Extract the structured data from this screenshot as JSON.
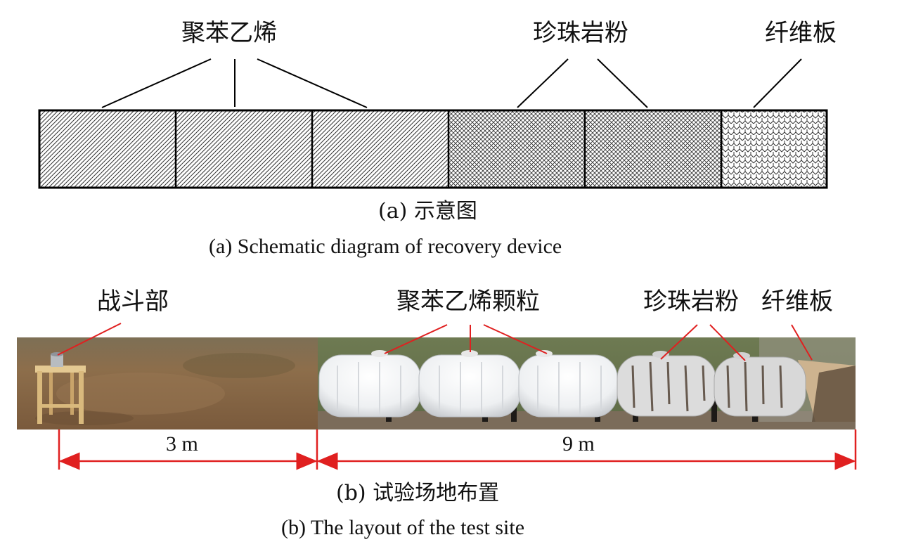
{
  "panel_a": {
    "label_polystyrene": "聚苯乙烯",
    "label_perlite": "珍珠岩粉",
    "label_fiberboard": "纤维板",
    "caption_cn": "(a) 示意图",
    "caption_en": "(a) Schematic diagram of recovery device"
  },
  "panel_b": {
    "label_warhead": "战斗部",
    "label_polystyrene_granules": "聚苯乙烯颗粒",
    "label_perlite": "珍珠岩粉",
    "label_fiberboard": "纤维板",
    "dist_1": "3 m",
    "dist_2": "9 m",
    "caption_cn": "(b) 试验场地布置",
    "caption_en": "(b) The layout of the test site"
  },
  "colors": {
    "dimension_red": "#e02020",
    "ground": "#8a6a48",
    "tank": "#f2f4f6"
  }
}
